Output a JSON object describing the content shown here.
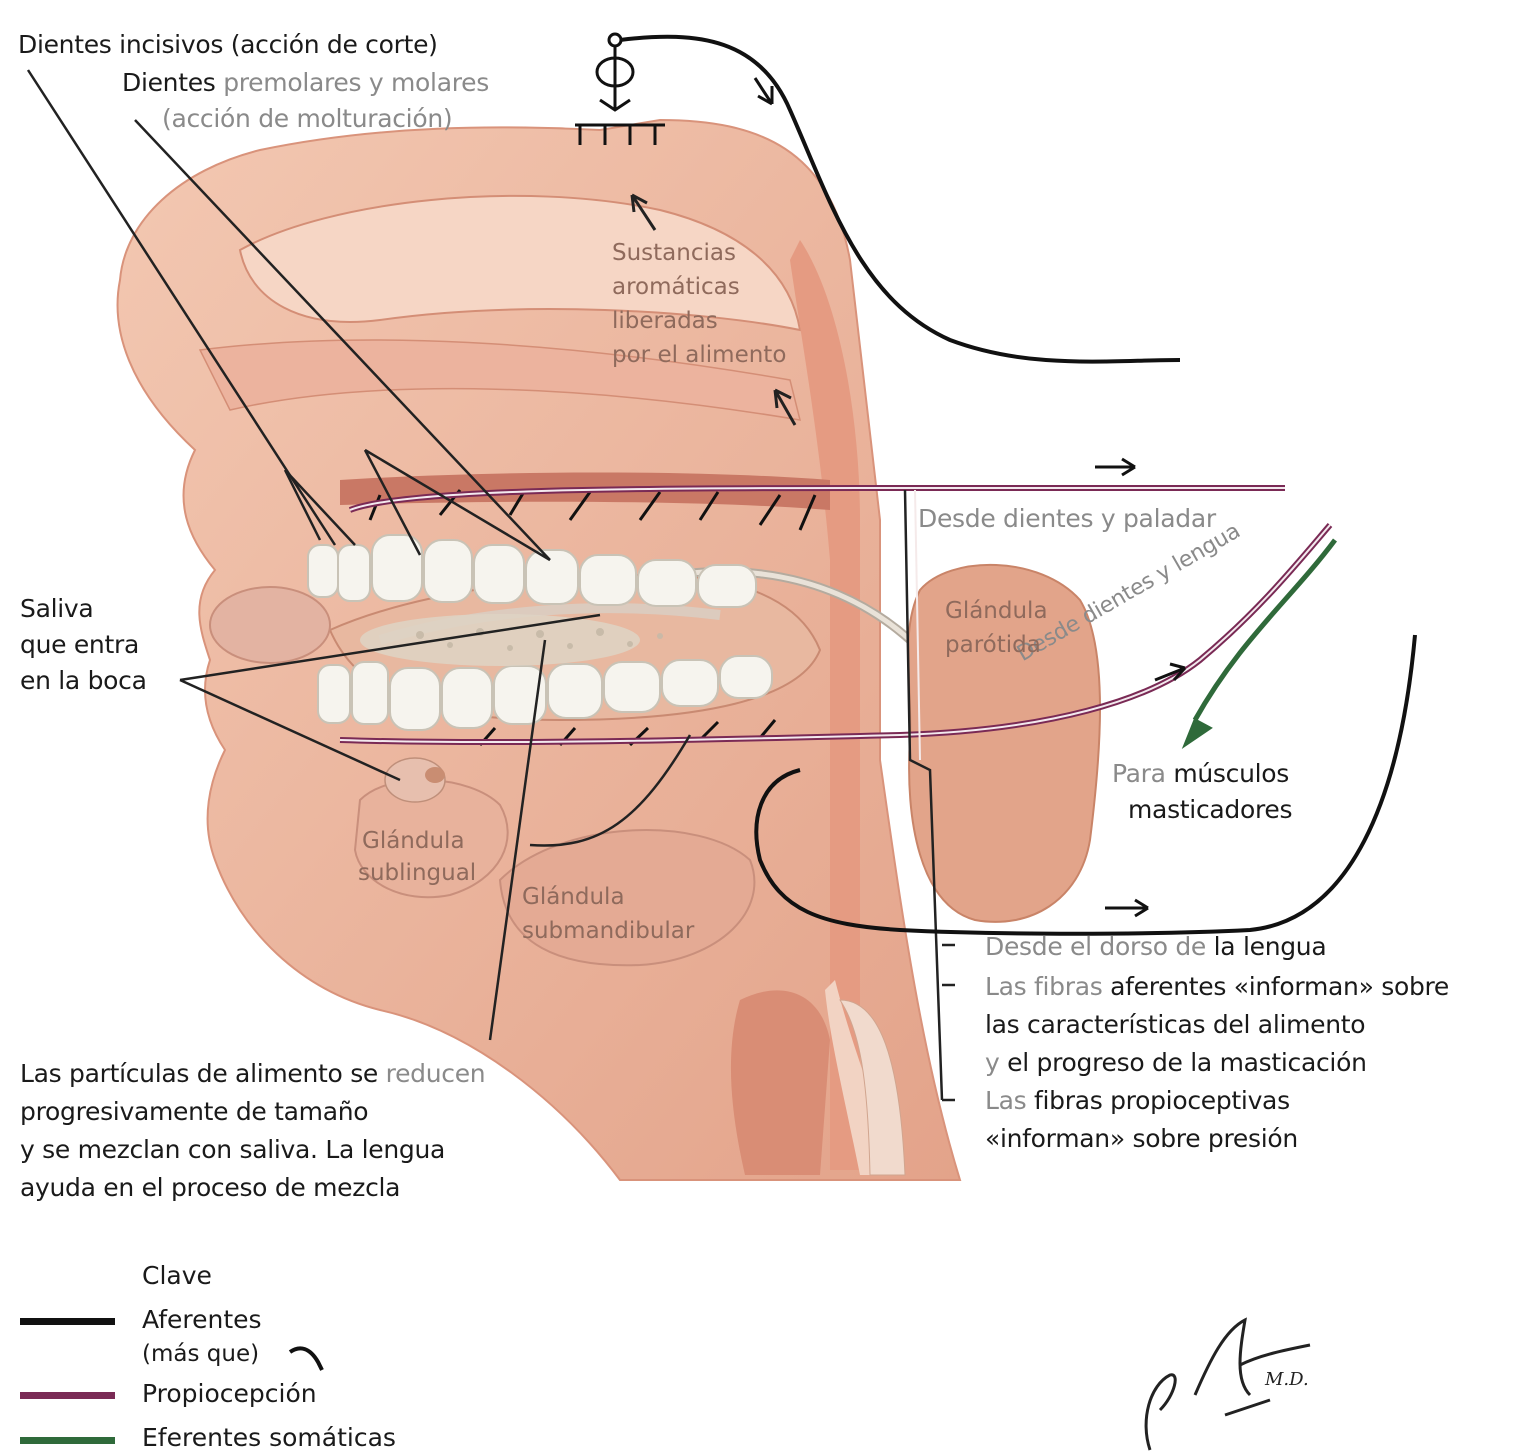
{
  "labels": {
    "incisors": "Dientes incisivos (acción de corte)",
    "premolars_a": "Dientes",
    "premolars_b": "premolares y molares",
    "premolars_c": "(acción de molturación)",
    "aromatic_1": "Sustancias",
    "aromatic_2": "aromáticas",
    "aromatic_3": "liberadas",
    "aromatic_4": "por el alimento",
    "saliva_1": "Saliva",
    "saliva_2": "que entra",
    "saliva_3": "en la boca",
    "from_teeth_palate": "Desde dientes y paladar",
    "from_teeth_tongue": "Desde dientes y lengua",
    "parotid_1": "Glándula",
    "parotid_2": "parótida",
    "muscles_a": "Para",
    "muscles_b": "músculos",
    "muscles_c": "masticadores",
    "sublingual_1": "Glándula",
    "sublingual_2": "sublingual",
    "submandibular_1": "Glándula",
    "submandibular_2": "submandibular",
    "dorsum_a": "Desde el dorso de",
    "dorsum_b": "la lengua",
    "afferent_a": "Las fibras",
    "afferent_b": "aferentes «informan» sobre",
    "afferent_c": "las características del alimento",
    "afferent_d": "y",
    "afferent_e": "el progreso de la masticación",
    "proprio_a": "Las",
    "proprio_b": "fibras propioceptivas",
    "proprio_c": "«informan» sobre presión",
    "particles_1a": "Las partículas de alimento se",
    "particles_1b": "reducen",
    "particles_2": "progresivamente de tamaño",
    "particles_3": "y se mezclan con saliva. La lengua",
    "particles_4": "ayuda en el proceso de mezcla"
  },
  "key": {
    "title": "Clave",
    "afferent_1": "Aferentes",
    "afferent_2": "(más que)",
    "proprioception": "Propiocepción",
    "efferent": "Eferentes somáticas",
    "colors": {
      "afferent": "#111111",
      "proprioception": "#7a2a55",
      "efferent": "#2f6a3a"
    }
  },
  "signature": "F. Netter M.D."
}
